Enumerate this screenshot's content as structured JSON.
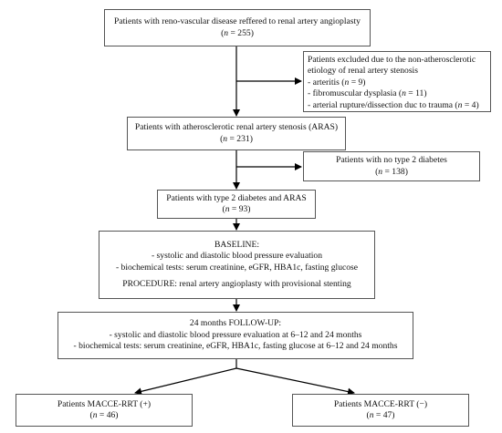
{
  "boxes": {
    "referred": {
      "lines": [
        "Patients with reno-vascular disease reffered to renal artery angioplasty",
        "(n = 255)"
      ]
    },
    "excluded": {
      "lines": [
        "Patients excluded due to the non-atherosclerotic",
        "etiology of renal artery stenosis",
        "- arteritis (n = 9)",
        "- fibromuscular dysplasia (n = 11)",
        "- arterial rupture/dissection duc to trauma (n = 4)"
      ]
    },
    "aras": {
      "lines": [
        "Patients with atherosclerotic renal artery stenosis (ARAS)",
        "(n = 231)"
      ]
    },
    "no_diabetes": {
      "lines": [
        "Patients with no type 2 diabetes",
        "(n = 138)"
      ]
    },
    "diabetes_aras": {
      "lines": [
        "Patients with type 2 diabetes and ARAS",
        "(n = 93)"
      ]
    },
    "baseline": {
      "lines": [
        "BASELINE:",
        "- systolic and diastolic blood pressure evaluation",
        "- biochemical tests: serum creatinine, eGFR, HBA1c, fasting glucose",
        "PROCEDURE:  renal artery angioplasty with provisional stenting"
      ]
    },
    "followup": {
      "lines": [
        "24 months FOLLOW-UP:",
        "- systolic and diastolic blood pressure evaluation at 6–12 and 24 months",
        "- biochemical tests: serum creatinine, eGFR, HBA1c, fasting glucose at 6–12 and 24 months"
      ]
    },
    "macce_pos": {
      "lines": [
        "Patients MACCE-RRT (+)",
        "(n = 46)"
      ]
    },
    "macce_neg": {
      "lines": [
        "Patients MACCE-RRT (−)",
        "(n = 47)"
      ]
    }
  },
  "colors": {
    "border": "#555555",
    "line": "#000000"
  }
}
